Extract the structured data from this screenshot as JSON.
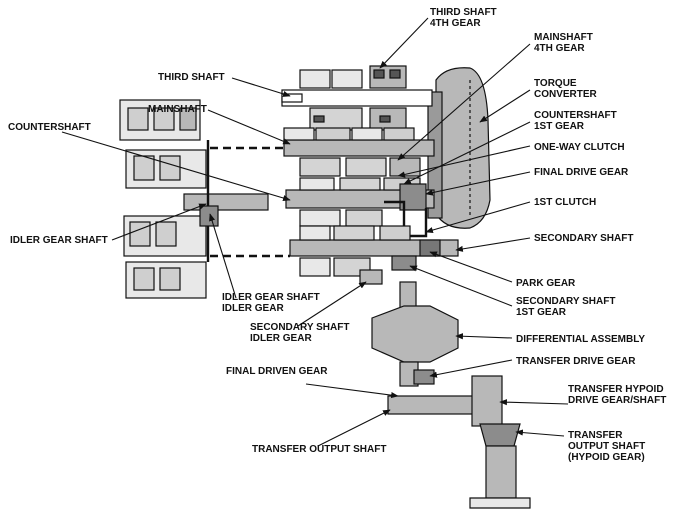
{
  "colors": {
    "ink": "#111111",
    "shaded": "#b8b8b8",
    "dark_shade": "#8c8c8c",
    "background": "#ffffff"
  },
  "labels": {
    "third_shaft_4th_gear": [
      "THIRD SHAFT",
      "4TH GEAR"
    ],
    "mainshaft_4th_gear": [
      "MAINSHAFT",
      "4TH GEAR"
    ],
    "third_shaft": [
      "THIRD SHAFT"
    ],
    "torque_converter": [
      "TORQUE",
      "CONVERTER"
    ],
    "mainshaft": [
      "MAINSHAFT"
    ],
    "countershaft_1st_gear": [
      "COUNTERSHAFT",
      "1ST GEAR"
    ],
    "countershaft": [
      "COUNTERSHAFT"
    ],
    "one_way_clutch": [
      "ONE-WAY CLUTCH"
    ],
    "final_drive_gear": [
      "FINAL DRIVE GEAR"
    ],
    "first_clutch": [
      "1ST CLUTCH"
    ],
    "idler_gear_shaft": [
      "IDLER GEAR SHAFT"
    ],
    "secondary_shaft": [
      "SECONDARY SHAFT"
    ],
    "park_gear": [
      "PARK GEAR"
    ],
    "idler_gear_shaft_idler_gear": [
      "IDLER GEAR SHAFT",
      "IDLER GEAR"
    ],
    "secondary_shaft_1st_gear": [
      "SECONDARY SHAFT",
      "1ST GEAR"
    ],
    "secondary_shaft_idler_gear": [
      "SECONDARY SHAFT",
      "IDLER GEAR"
    ],
    "differential_assembly": [
      "DIFFERENTIAL ASSEMBLY"
    ],
    "transfer_drive_gear": [
      "TRANSFER DRIVE GEAR"
    ],
    "final_driven_gear": [
      "FINAL DRIVEN GEAR"
    ],
    "transfer_hypoid_drive_gear_shaft": [
      "TRANSFER HYPOID",
      "DRIVE GEAR/SHAFT"
    ],
    "transfer_output_shaft_hypoid_gear": [
      "TRANSFER",
      "OUTPUT SHAFT",
      "(HYPOID GEAR)"
    ],
    "transfer_output_shaft": [
      "TRANSFER OUTPUT SHAFT"
    ]
  }
}
